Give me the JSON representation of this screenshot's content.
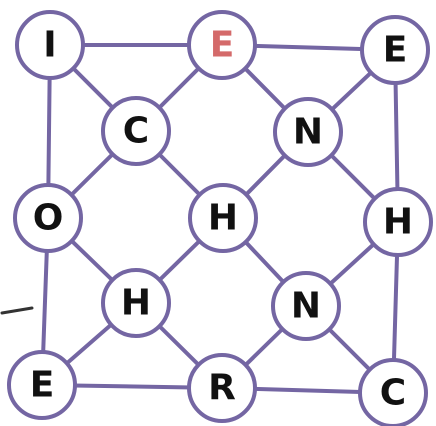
{
  "board": {
    "nodes": [
      {
        "id": "n-top-left",
        "letter": "I"
      },
      {
        "id": "n-top-mid",
        "letter": "E",
        "highlight": true
      },
      {
        "id": "n-top-right",
        "letter": "E"
      },
      {
        "id": "n-upper-left-inner",
        "letter": "C"
      },
      {
        "id": "n-upper-right-inner",
        "letter": "N"
      },
      {
        "id": "n-mid-left",
        "letter": "O"
      },
      {
        "id": "n-center",
        "letter": "H"
      },
      {
        "id": "n-mid-right",
        "letter": "H"
      },
      {
        "id": "n-lower-left-inner",
        "letter": "H"
      },
      {
        "id": "n-lower-right-inner",
        "letter": "N"
      },
      {
        "id": "n-bottom-left",
        "letter": "E"
      },
      {
        "id": "n-bottom-mid",
        "letter": "R"
      },
      {
        "id": "n-bottom-right",
        "letter": "C"
      }
    ],
    "colors": {
      "line": "#7466a3",
      "letter": "#111111",
      "highlight_letter": "#d46a6a"
    }
  }
}
